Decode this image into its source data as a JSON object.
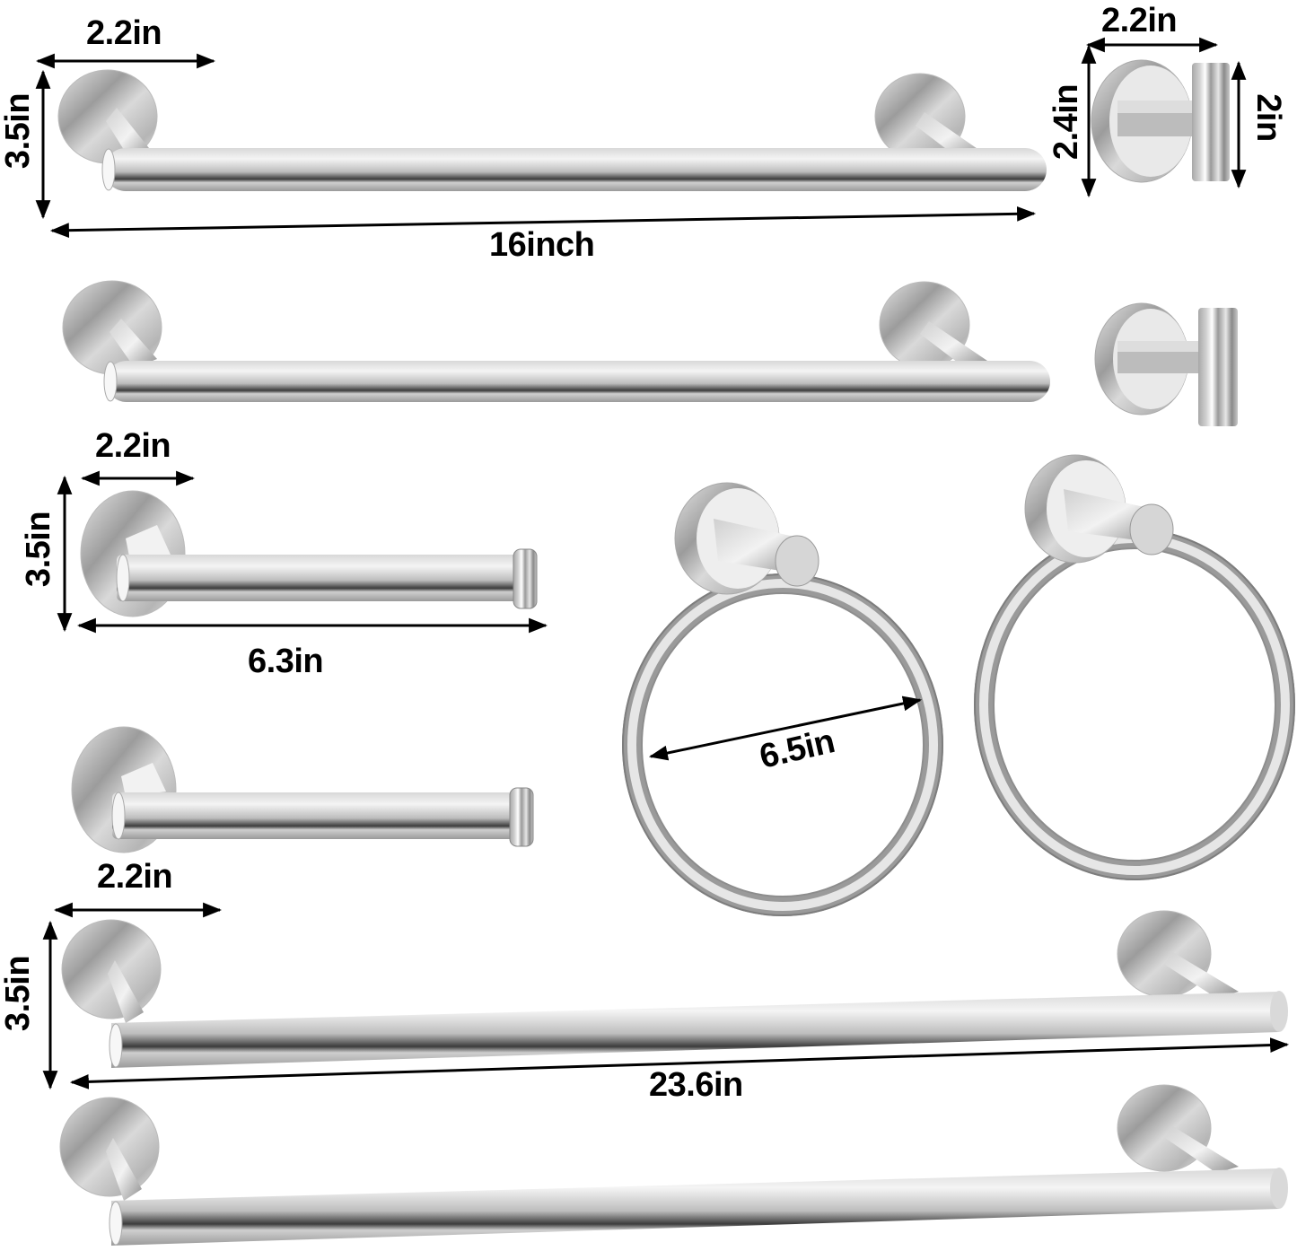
{
  "diagram": {
    "title": "Bathroom hardware set dimensions",
    "colors": {
      "background": "#ffffff",
      "metal_light": "#f2f2f2",
      "metal_mid": "#c4c4c4",
      "metal_dark": "#8a8a8a",
      "metal_shadow": "#4a4a4a",
      "dimension_line": "#000000",
      "label_text": "#000000"
    },
    "items": [
      {
        "id": "towel-bar-16",
        "name": "16 inch towel bar",
        "count": 2,
        "dimensions": {
          "length": "16inch",
          "base_width": "2.2in",
          "height": "3.5in"
        }
      },
      {
        "id": "robe-hook",
        "name": "Robe hook",
        "count": 2,
        "dimensions": {
          "base_width": "2.2in",
          "base_height": "2.4in",
          "hook_height": "2in"
        }
      },
      {
        "id": "toilet-paper-holder",
        "name": "Toilet paper holder",
        "count": 2,
        "dimensions": {
          "length": "6.3in",
          "base_width": "2.2in",
          "height": "3.5in"
        }
      },
      {
        "id": "towel-ring",
        "name": "Towel ring",
        "count": 2,
        "dimensions": {
          "diameter": "6.5in"
        }
      },
      {
        "id": "towel-bar-23-6",
        "name": "23.6 inch towel bar",
        "count": 2,
        "dimensions": {
          "length": "23.6in",
          "base_width": "2.2in",
          "height": "3.5in"
        }
      }
    ],
    "labels": {
      "bar16_width": "2.2in",
      "bar16_height": "3.5in",
      "bar16_length": "16inch",
      "hook_width": "2.2in",
      "hook_base_height": "2.4in",
      "hook_height": "2in",
      "tp_width": "2.2in",
      "tp_height": "3.5in",
      "tp_length": "6.3in",
      "ring_diameter": "6.5in",
      "bar24_width": "2.2in",
      "bar24_height": "3.5in",
      "bar24_length": "23.6in"
    }
  }
}
